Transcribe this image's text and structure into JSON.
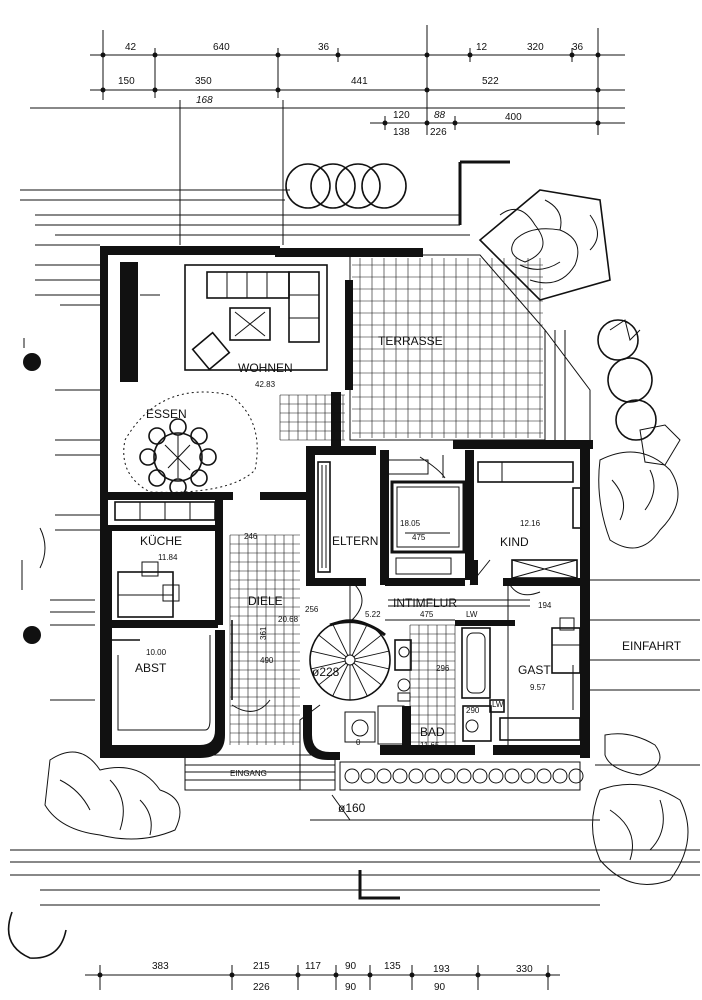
{
  "rooms": {
    "wohnen": "WOHNEN",
    "wohnen_area": "42.83",
    "terrasse": "TERRASSE",
    "essen": "ESSEN",
    "kueche": "KÜCHE",
    "kueche_area": "11.84",
    "eltern": "ELTERN",
    "eltern_area": "18.05",
    "kind": "KIND",
    "kind_area": "12.16",
    "diele": "DIELE",
    "diele_area": "20.68",
    "intimflur": "INTIMFLUR",
    "intimflur_area": "5.22",
    "abst": "ABST",
    "abst_area": "10.00",
    "gast": "GAST",
    "gast_area": "9.57",
    "bad": "BAD",
    "bad_area": "11.65",
    "einfahrt": "EINFAHRT",
    "eingang": "EINGANG"
  },
  "annotations": {
    "stair_diameter": "ø228",
    "ext_diameter": "ø160",
    "bed_width": "475",
    "flur_width": "475",
    "dim_194": "194",
    "dim_246": "246",
    "dim_256": "256",
    "dim_490": "490",
    "dim_361": "361",
    "dim_lw": "LW",
    "dim_lw2": "LW",
    "dim_290": "290",
    "dim_296": "296",
    "dim_0": "0"
  },
  "dimensions": {
    "top_row1": [
      "42",
      "640",
      "36",
      "12",
      "320",
      "36"
    ],
    "top_row2": [
      "150",
      "350",
      "441",
      "522"
    ],
    "top_row2_sub": [
      "168"
    ],
    "top_row3": [
      "120",
      "88"
    ],
    "top_row3_sub": [
      "138",
      "226",
      "400"
    ],
    "bottom_row1": [
      "383",
      "215",
      "117",
      "90",
      "135",
      "193",
      "330"
    ],
    "bottom_row2": [
      "226",
      "90",
      "90"
    ]
  }
}
